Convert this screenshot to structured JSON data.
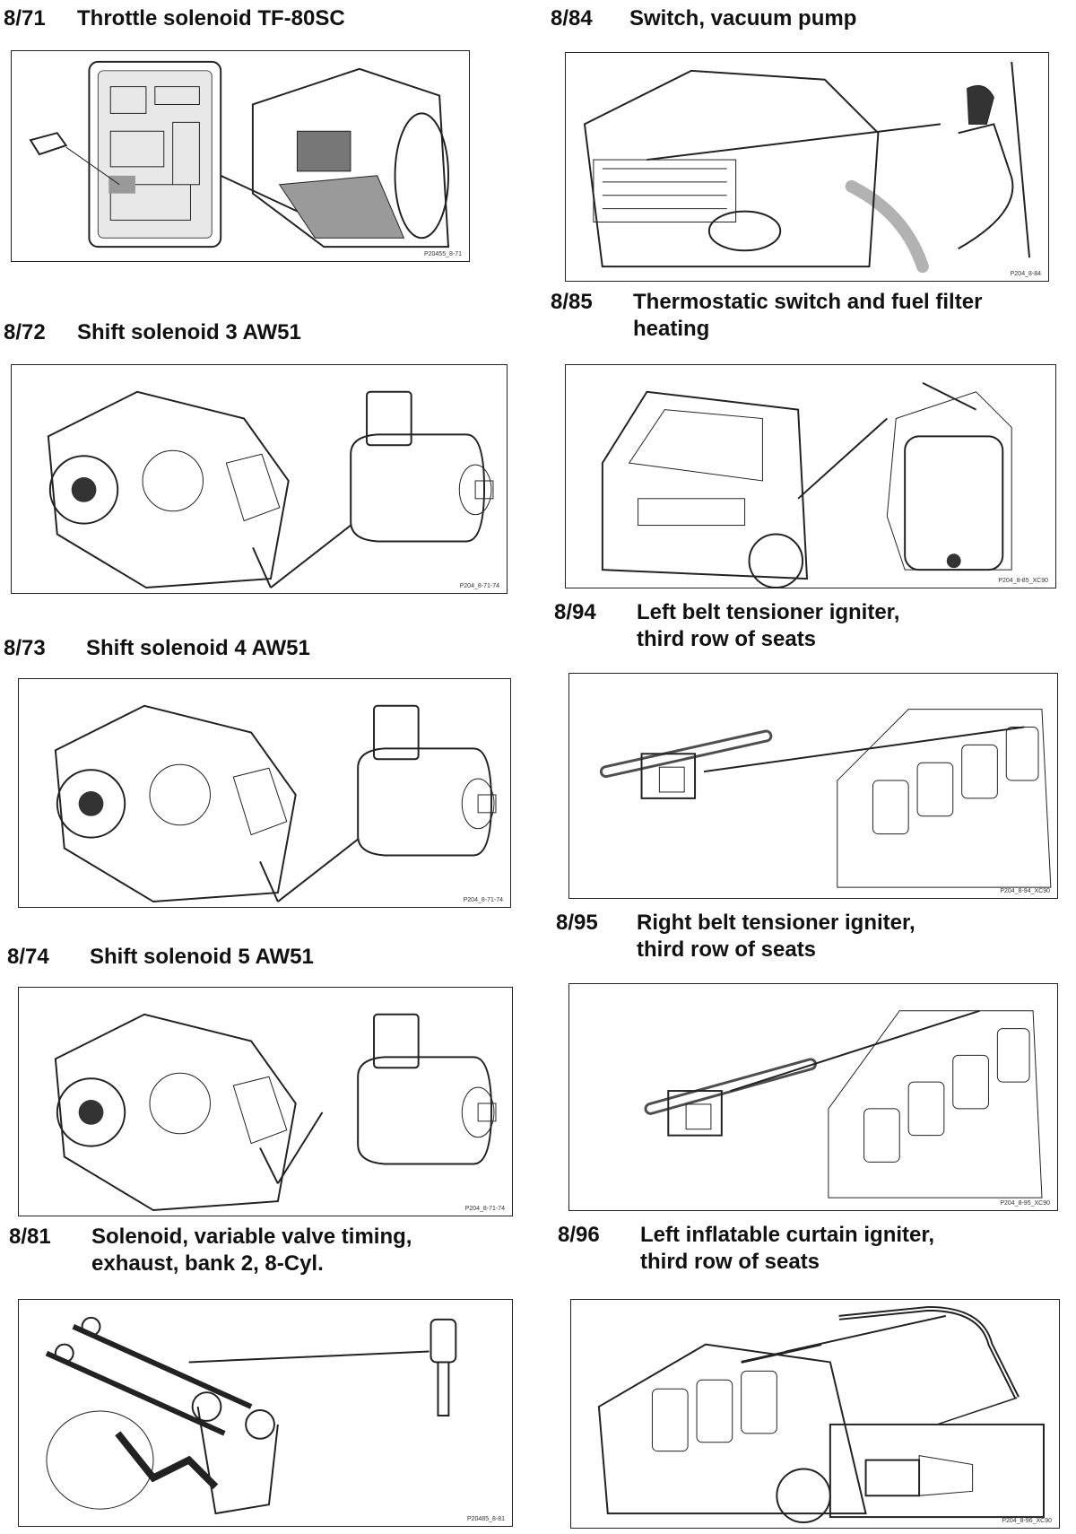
{
  "entries": [
    {
      "ref": "8/71",
      "title": "Throttle solenoid TF-80SC",
      "code": "P20455_8-71"
    },
    {
      "ref": "8/72",
      "title": "Shift solenoid 3 AW51",
      "code": "P204_8-71-74"
    },
    {
      "ref": "8/73",
      "title": "Shift solenoid 4 AW51",
      "code": "P204_8-71-74"
    },
    {
      "ref": "8/74",
      "title": "Shift solenoid 5 AW51",
      "code": "P204_8-71-74"
    },
    {
      "ref": "8/81",
      "title": "Solenoid, variable valve timing,\nexhaust, bank 2, 8-Cyl.",
      "code": "P20485_8-81"
    },
    {
      "ref": "8/84",
      "title": "Switch, vacuum pump",
      "code": "P204_8-84"
    },
    {
      "ref": "8/85",
      "title": "Thermostatic switch and fuel filter\nheating",
      "code": "P204_8-85_XC90"
    },
    {
      "ref": "8/94",
      "title": "Left belt tensioner igniter,\nthird row of seats",
      "code": "P204_8-94_XC90"
    },
    {
      "ref": "8/95",
      "title": "Right belt tensioner igniter,\nthird row of seats",
      "code": "P204_8-95_XC90"
    },
    {
      "ref": "8/96",
      "title": "Left inflatable curtain igniter,\nthird row of seats",
      "code": "P204_8-96_XC90"
    }
  ]
}
